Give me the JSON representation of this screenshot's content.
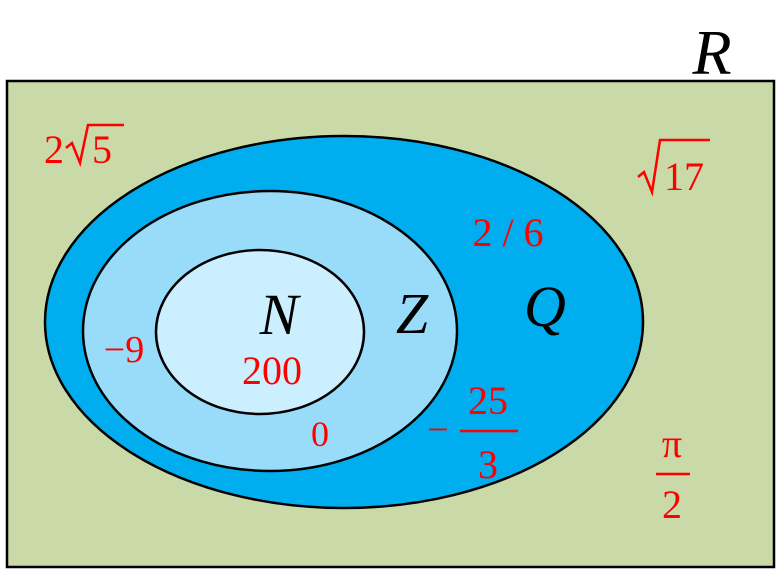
{
  "sets": {
    "real": {
      "label": "R"
    },
    "rational": {
      "label": "Q"
    },
    "integer": {
      "label": "Z"
    },
    "natural": {
      "label": "N"
    }
  },
  "elements": {
    "two_root_five": {
      "coefficient": "2",
      "radicand": "5"
    },
    "root_seventeen": {
      "radicand": "17"
    },
    "two_over_six": "2 / 6",
    "minus_nine": "−9",
    "two_hundred": "200",
    "zero": "0",
    "minus_25_over_3": {
      "sign": "−",
      "numerator": "25",
      "denominator": "3"
    },
    "pi_over_2": {
      "numerator": "π",
      "denominator": "2"
    }
  },
  "colors": {
    "real_fill": "#cad9a8",
    "rational_fill": "#00aeef",
    "integer_fill": "#99dcf9",
    "natural_fill": "#ccefff",
    "element_text": "#ff0000",
    "set_label": "#000000"
  }
}
